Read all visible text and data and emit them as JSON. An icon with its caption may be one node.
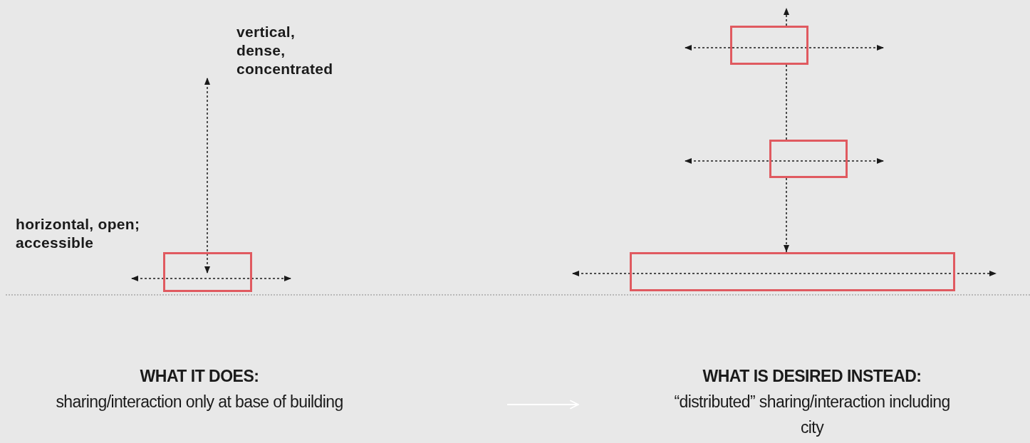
{
  "diagram": {
    "nodes": [
      {
        "text": [],
        "shape": "box"
      },
      {
        "text": [],
        "shape": "box"
      },
      {
        "text": [],
        "shape": "box"
      },
      {
        "text": [],
        "shape": "box"
      }
    ],
    "edges": [
      {
        "from": 1,
        "to": 2,
        "arrow": "none"
      },
      {
        "from": 2,
        "to": 3,
        "arrow": "to"
      }
    ],
    "labels": [
      "vertical, dense, concentrated",
      "horizontal, open; accessible",
      "WHAT IT DOES:",
      "sharing/interaction only at base of building",
      "WHAT IS DESIRED INSTEAD:",
      "“distributed” sharing/interaction including city"
    ]
  }
}
